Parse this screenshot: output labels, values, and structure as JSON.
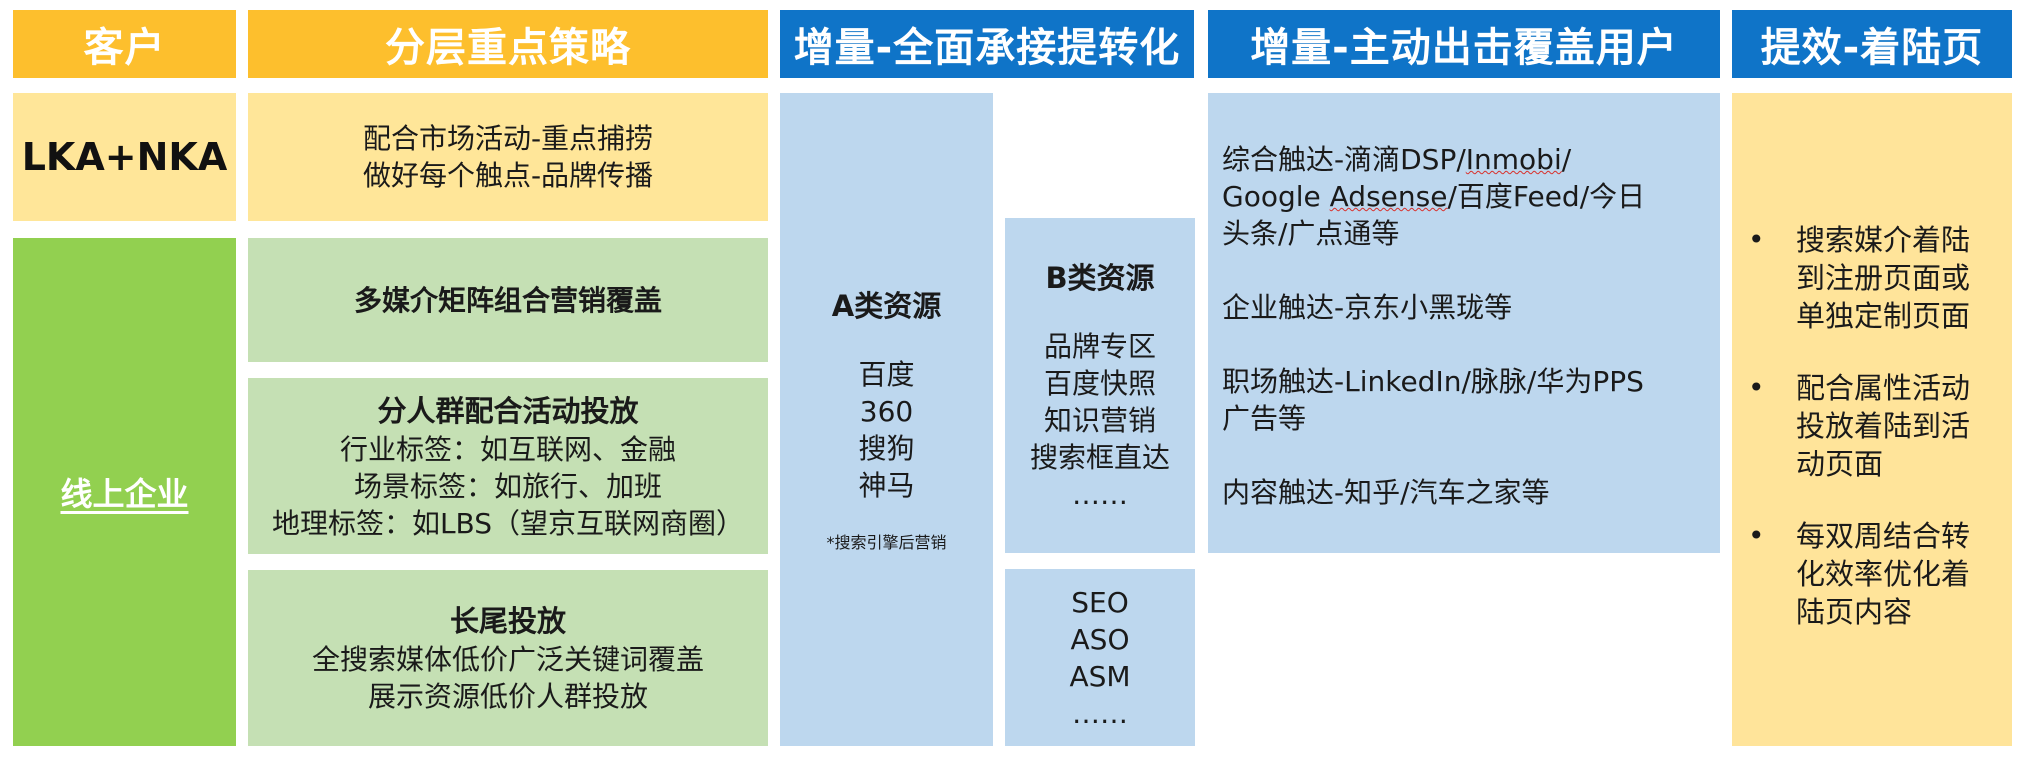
{
  "headers": {
    "customer": "客户",
    "strategy": "分层重点策略",
    "increment_convert": "增量-全面承接提转化",
    "increment_active": "增量-主动出击覆盖用户",
    "efficiency": "提效-着陆页"
  },
  "customers": {
    "lka_nka": "LKA+NKA",
    "online": "线上企业"
  },
  "strategies": {
    "lka": [
      "配合市场活动-重点捕捞",
      "做好每个触点-品牌传播"
    ],
    "multimedia": "多媒介矩阵组合营销覆盖",
    "segment": {
      "title": "分人群配合活动投放",
      "lines": [
        "行业标签：如互联网、金融",
        "场景标签：如旅行、加班",
        "地理标签：如LBS（望京互联网商圈）"
      ]
    },
    "longtail": {
      "title": "长尾投放",
      "lines": [
        "全搜索媒体低价广泛关键词覆盖",
        "展示资源低价人群投放"
      ]
    }
  },
  "a_resources": {
    "title": "A类资源",
    "items": [
      "百度",
      "360",
      "搜狗",
      "神马"
    ],
    "note": "*搜索引擎后营销"
  },
  "b_resources": {
    "title": "B类资源",
    "items": [
      "品牌专区",
      "百度快照",
      "知识营销",
      "搜索框直达",
      "……"
    ]
  },
  "seo_box": {
    "items": [
      "SEO",
      "ASO",
      "ASM",
      "……"
    ]
  },
  "active_reach": {
    "blocks": [
      {
        "lines": [
          {
            "a": "综合触达-滴滴DSP/",
            "b": "Inmobi",
            "c": "/"
          },
          {
            "a": "Google ",
            "b": "Adsense",
            "c": "/百度Feed/今日"
          },
          {
            "a": "头条/广点通等",
            "b": "",
            "c": ""
          }
        ]
      },
      {
        "lines": [
          "企业触达-京东小黑珑等"
        ]
      },
      {
        "lines": [
          "职场触达-LinkedIn/脉脉/华为PPS",
          "广告等"
        ]
      },
      {
        "lines": [
          "内容触达-知乎/汽车之家等"
        ]
      }
    ]
  },
  "landing": {
    "bullet_symbol": "•",
    "items": [
      [
        "搜索媒介着陆",
        "到注册页面或",
        "单独定制页面"
      ],
      [
        "配合属性活动",
        "投放着陆到活",
        "动页面"
      ],
      [
        "每双周结合转",
        "化效率优化着",
        "陆页内容"
      ]
    ]
  }
}
